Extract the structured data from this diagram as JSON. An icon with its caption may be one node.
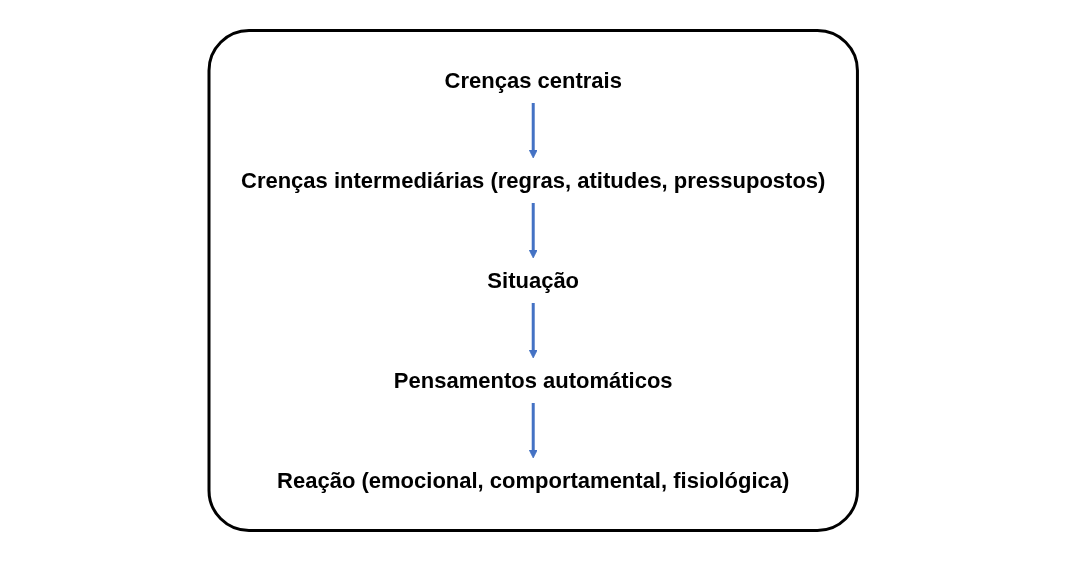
{
  "diagram": {
    "nodes": [
      {
        "text": [],
        "shape": "box"
      },
      {
        "text": [
          "Crenças centrais"
        ],
        "in": 0
      },
      {
        "text": [
          "Crenças intermediárias (regras, atitudes, pressupostos)"
        ],
        "in": 0
      },
      {
        "text": [
          "Situação"
        ],
        "in": 0
      },
      {
        "text": [
          "Pensamentos automáticos"
        ],
        "in": 0
      },
      {
        "text": [
          "Reação (emocional, comportamental, fisiológica)"
        ],
        "in": 0
      }
    ],
    "edges": [
      {
        "from": 1,
        "to": 2,
        "arrow": "to"
      },
      {
        "from": 2,
        "to": 3,
        "arrow": "to"
      },
      {
        "from": 3,
        "to": 4,
        "arrow": "to"
      },
      {
        "from": 4,
        "to": 5,
        "arrow": "to"
      }
    ]
  }
}
